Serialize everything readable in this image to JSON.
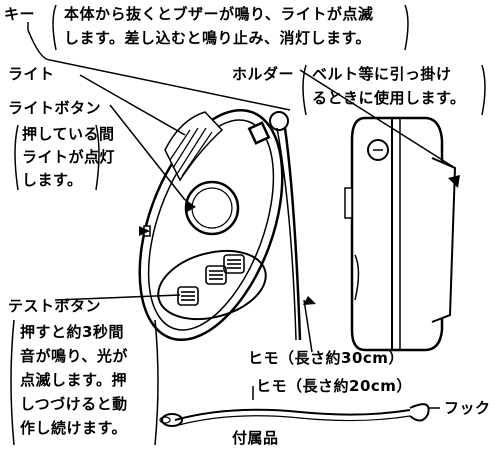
{
  "labels": {
    "key_title": "キー",
    "key_desc_1": "本体から抜くとブザーが鳴り、ライトが点滅",
    "key_desc_2": "します。差し込むと鳴り止み、消灯します。",
    "light": "ライト",
    "light_button": "ライトボタン",
    "light_button_desc_1": "押している間",
    "light_button_desc_2": "ライトが点灯",
    "light_button_desc_3": "します。",
    "holder": "ホルダー",
    "holder_desc_1": "ベルト等に引っ掛け",
    "holder_desc_2": "るときに使用します。",
    "test_button": "テストボタン",
    "test_button_desc_1": "押すと約3秒間",
    "test_button_desc_2": "音が鳴り、光が",
    "test_button_desc_3": "点滅します。押",
    "test_button_desc_4": "しつづけると動",
    "test_button_desc_5": "作し続けます。",
    "strap_30": "ヒモ（長さ約30cm）",
    "strap_20": "ヒモ（長さ約20cm）",
    "hook": "フック",
    "accessories": "付属品"
  }
}
